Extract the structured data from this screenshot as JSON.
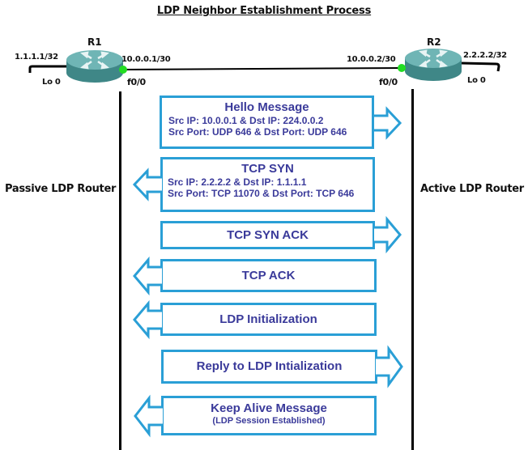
{
  "title": "LDP Neighbor Establishment Process",
  "routers": {
    "r1": {
      "name": "R1",
      "loopback_ip": "1.1.1.1/32",
      "loopback_if": "Lo 0",
      "link_ip": "10.0.0.1/30",
      "link_if": "f0/0",
      "role": "Passive LDP Router"
    },
    "r2": {
      "name": "R2",
      "loopback_ip": "2.2.2.2/32",
      "loopback_if": "Lo 0",
      "link_ip": "10.0.0.2/30",
      "link_if": "f0/0",
      "role": "Active LDP Router"
    }
  },
  "colors": {
    "box_border": "#2a9fd6",
    "text": "#3a3a9a",
    "interface_dot": "#22dd22",
    "router_body": "#4f9a9a"
  },
  "messages": [
    {
      "title": "Hello Message",
      "direction": "right",
      "lines": [
        "Src IP: 10.0.0.1 & Dst IP: 224.0.0.2",
        "Src Port: UDP 646 & Dst Port: UDP 646"
      ]
    },
    {
      "title": "TCP SYN",
      "direction": "left",
      "lines": [
        "Src IP: 2.2.2.2 & Dst IP: 1.1.1.1",
        "Src Port: TCP 11070 & Dst Port: TCP 646"
      ]
    },
    {
      "title": "TCP SYN ACK",
      "direction": "right"
    },
    {
      "title": "TCP ACK",
      "direction": "left"
    },
    {
      "title": "LDP Initialization",
      "direction": "left"
    },
    {
      "title": "Reply to LDP Intialization",
      "direction": "right"
    },
    {
      "title": "Keep Alive Message",
      "direction": "left",
      "subtitle": "(LDP Session Established)"
    }
  ]
}
